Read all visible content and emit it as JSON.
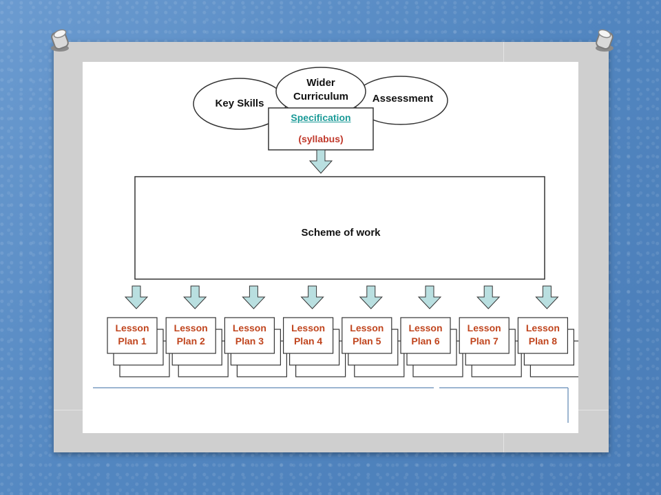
{
  "diagram": {
    "ellipses": [
      {
        "id": "key-skills",
        "label": "Key Skills"
      },
      {
        "id": "wider-curriculum",
        "line1": "Wider",
        "line2": "Curriculum"
      },
      {
        "id": "assessment",
        "label": "Assessment"
      }
    ],
    "specification": {
      "title": "Specification",
      "subtitle": "(syllabus)"
    },
    "scheme": {
      "label": "Scheme of work"
    },
    "lessons": [
      {
        "line1": "Lesson",
        "line2": "Plan 1"
      },
      {
        "line1": "Lesson",
        "line2": "Plan 2"
      },
      {
        "line1": "Lesson",
        "line2": "Plan 3"
      },
      {
        "line1": "Lesson",
        "line2": "Plan 4"
      },
      {
        "line1": "Lesson",
        "line2": "Plan 5"
      },
      {
        "line1": "Lesson",
        "line2": "Plan 6"
      },
      {
        "line1": "Lesson",
        "line2": "Plan 7"
      },
      {
        "line1": "Lesson",
        "line2": "Plan 8"
      }
    ],
    "colors": {
      "arrow_fill": "#b9dfe0",
      "spec_title": "#1a9a97",
      "lesson_text": "#c0451e"
    }
  }
}
